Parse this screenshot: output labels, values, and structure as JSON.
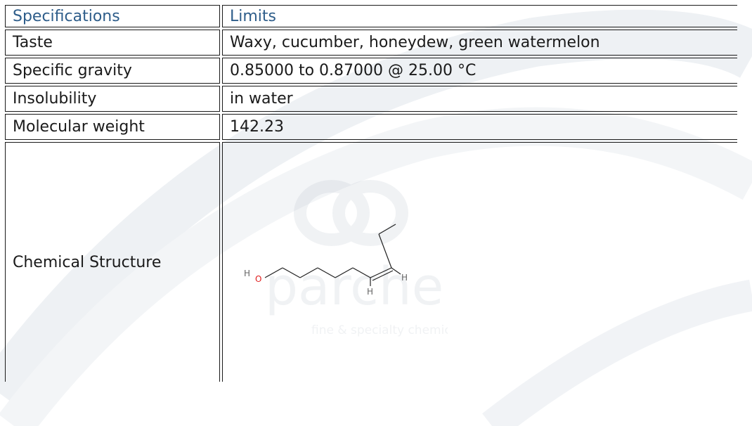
{
  "table": {
    "header": {
      "spec": "Specifications",
      "limit": "Limits"
    },
    "rows": [
      {
        "spec": "Taste",
        "limit": "Waxy, cucumber, honeydew, green watermelon"
      },
      {
        "spec": "Specific gravity",
        "limit": "0.85000 to 0.87000 @ 25.00 °C"
      },
      {
        "spec": "Insolubility",
        "limit": "in water"
      },
      {
        "spec": "Molecular weight",
        "limit": "142.23"
      },
      {
        "spec": "Chemical Structure",
        "limit": ""
      }
    ]
  },
  "structure": {
    "atom_h_left": "H",
    "atom_o": "O",
    "atom_h_right": "H",
    "atom_h_bottom": "H"
  },
  "watermark": {
    "brand": "parchem",
    "tagline": "fine & specialty chemicals"
  },
  "colors": {
    "header_text": "#2e5d8a",
    "border": "#1a1a1a",
    "oxygen": "#e02020",
    "watermark": "#9aa7b4"
  }
}
